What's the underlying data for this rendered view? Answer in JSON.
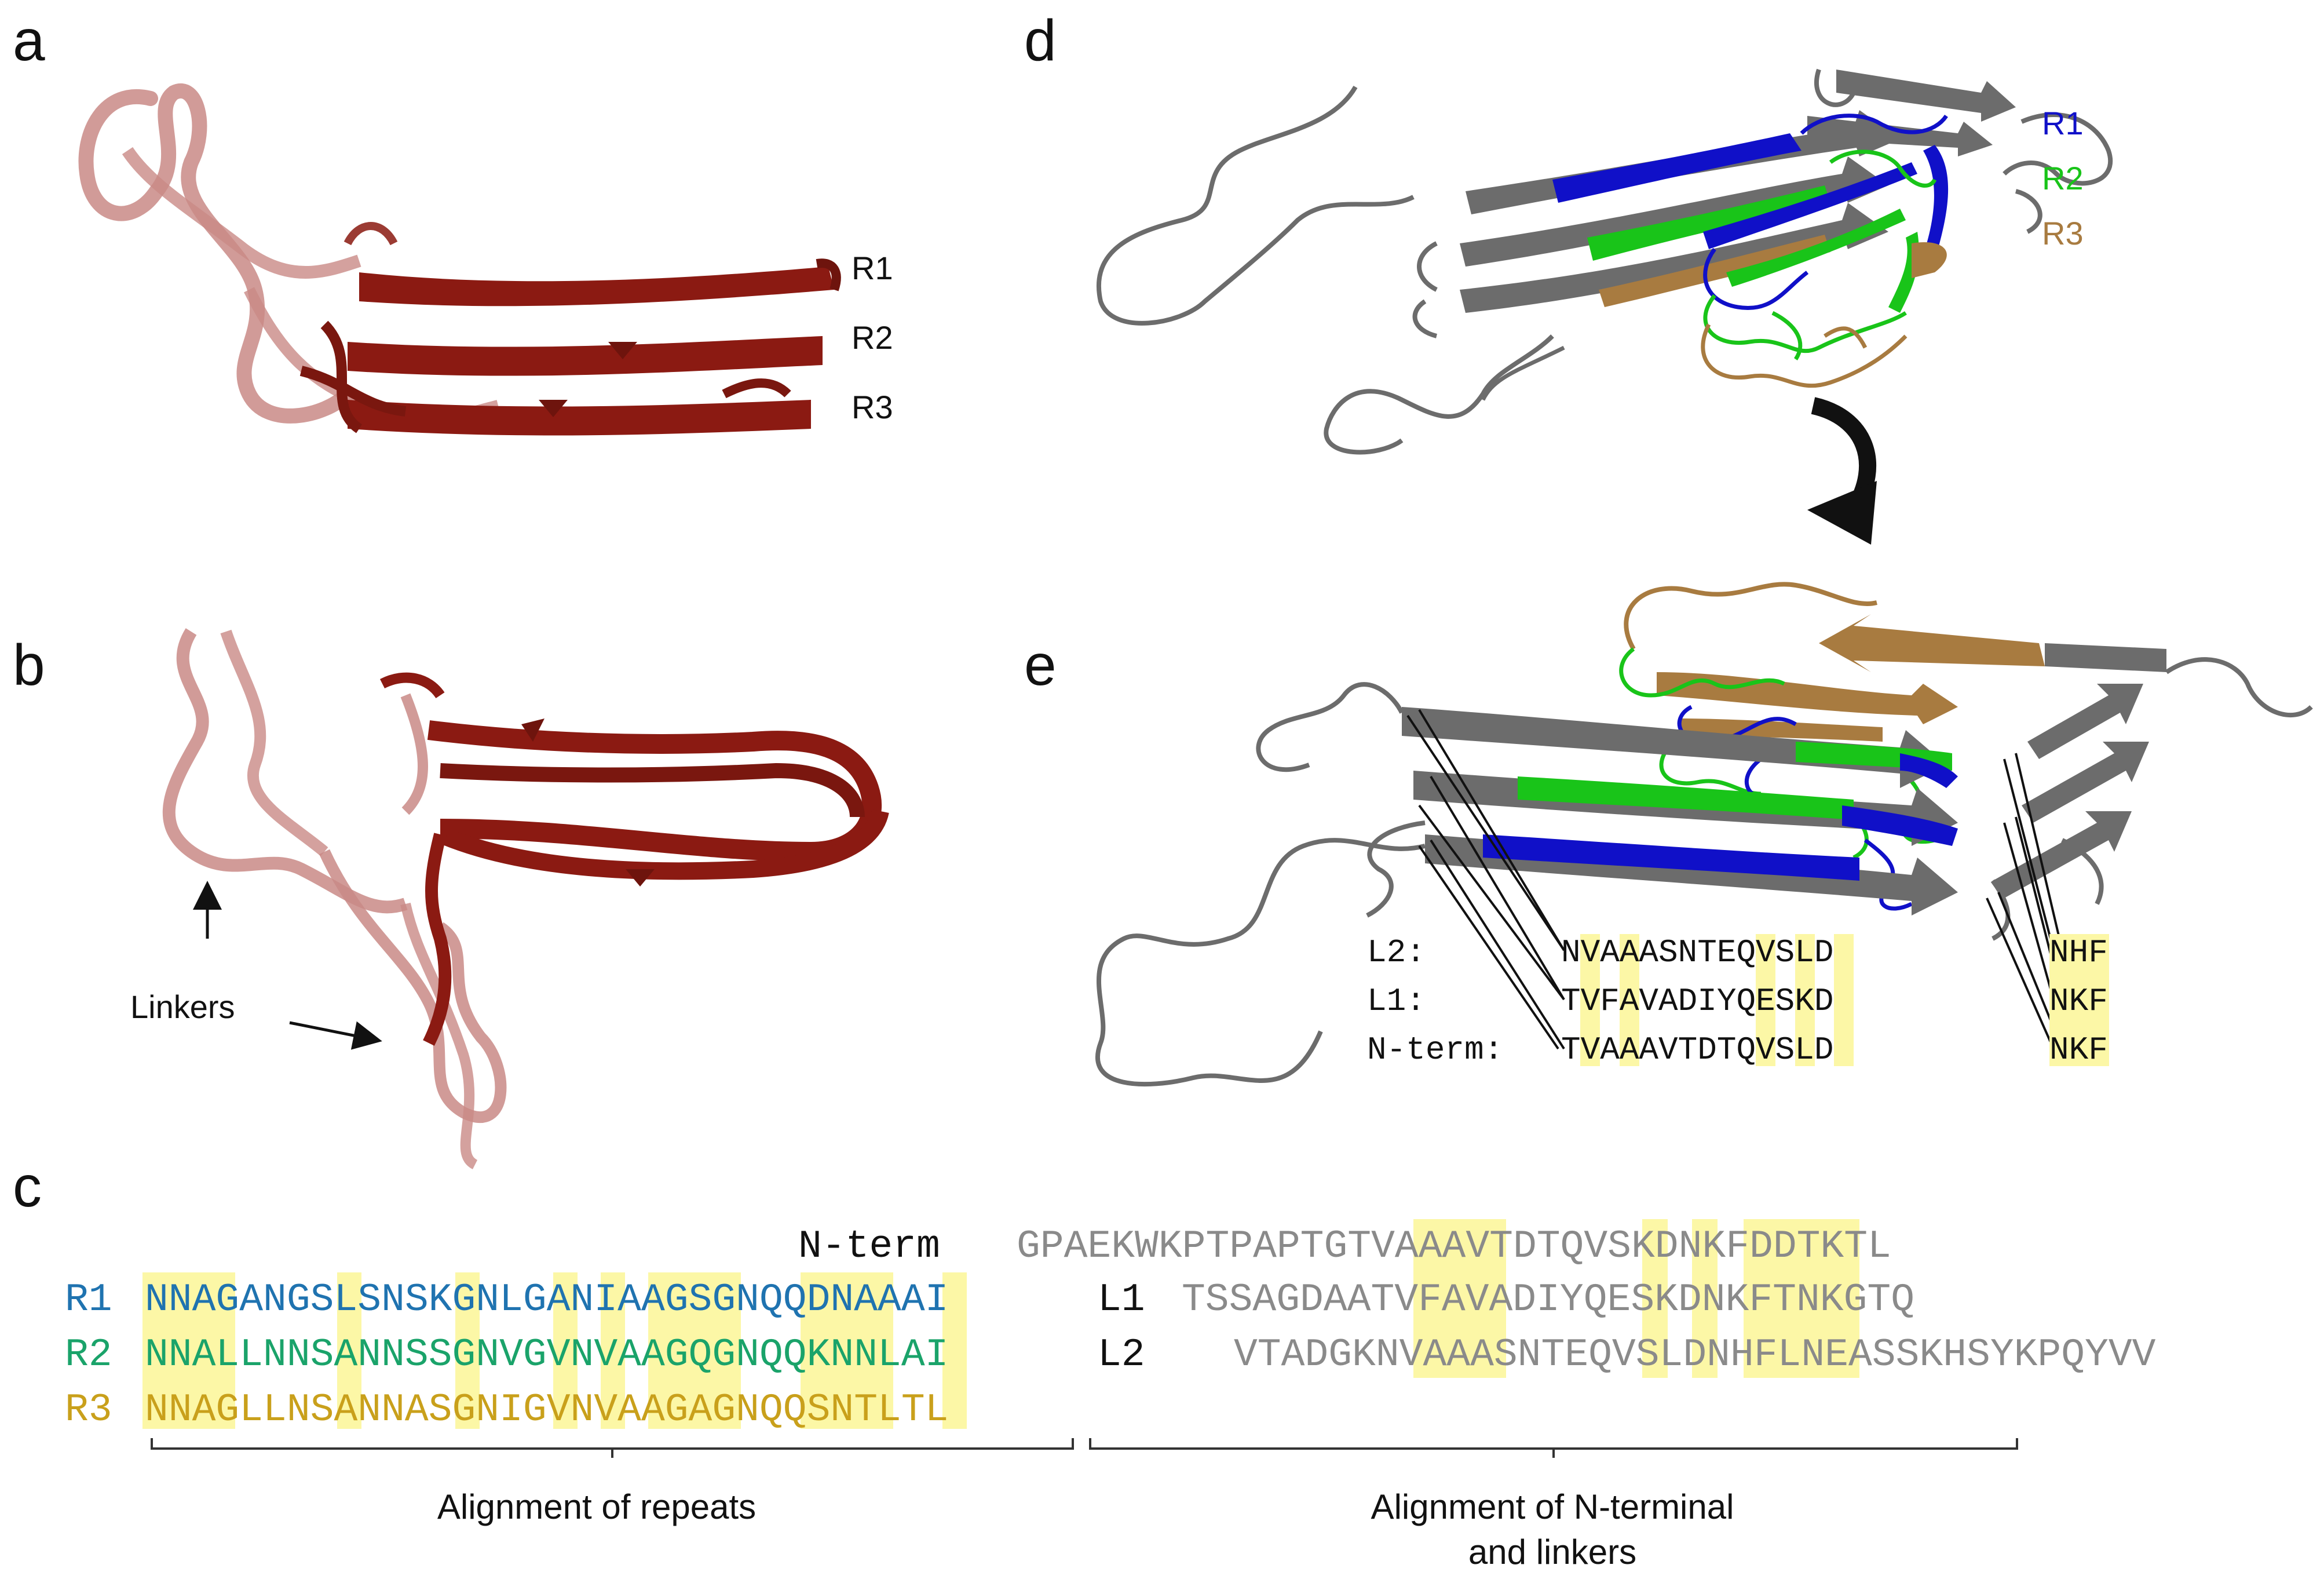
{
  "panels": {
    "a": {
      "letter": "a",
      "labels": [
        "R1",
        "R2",
        "R3"
      ]
    },
    "b": {
      "letter": "b",
      "linkers_label": "Linkers"
    },
    "c": {
      "letter": "c",
      "repeats": [
        {
          "name": "R1",
          "sequence": "NNAGANGSLSNSKGNLGANIAAGSGNQQDNAAAI",
          "color": "#1f73b0"
        },
        {
          "name": "R2",
          "sequence": "NNALLNNSANNSSGNVGVNVAAGQGNQQKNNLAI",
          "color": "#1aa36a"
        },
        {
          "name": "R3",
          "sequence": "NNAGLLNSANNASGNIGVNVAAGAGNQQSNTLTL",
          "color": "#c9a01b"
        }
      ],
      "nterm_alignment": [
        {
          "name": "N-term",
          "sequence": "GPAEKWKPTPAPTGTVAAAVTDTQVSKDNKFDDTKTL"
        },
        {
          "name": "L1",
          "sequence": "TSSAGDAATVFAVADIYQESKDNKFTNKGTQ"
        },
        {
          "name": "L2",
          "sequence": "VTADGKNVAAASNTEQVSLDNHFLNEASSKHSYKPQYVV"
        }
      ],
      "caption_left": "Alignment of repeats",
      "caption_right_line1": "Alignment of N-terminal",
      "caption_right_line2": "and linkers"
    },
    "d": {
      "letter": "d",
      "labels": [
        "R1",
        "R2",
        "R3"
      ]
    },
    "e": {
      "letter": "e",
      "alignment": [
        {
          "name": "L2:",
          "left": "NVAAASNTEQVSLD",
          "right": "NHF"
        },
        {
          "name": "L1:",
          "left": "TVFAVADIYQESKD",
          "right": "NKF"
        },
        {
          "name": "N-term:",
          "left": "TVAAAVTDTQVSLD",
          "right": "NKF"
        }
      ]
    }
  },
  "colors": {
    "maroon": "#8b1a12",
    "maroon_light": "#c98a86",
    "blue": "#1010c8",
    "green": "#19c419",
    "tan": "#a87b40",
    "gray": "#6c6c6c",
    "highlight": "#fcf7a6",
    "seq_gray": "#8a8a8a"
  }
}
